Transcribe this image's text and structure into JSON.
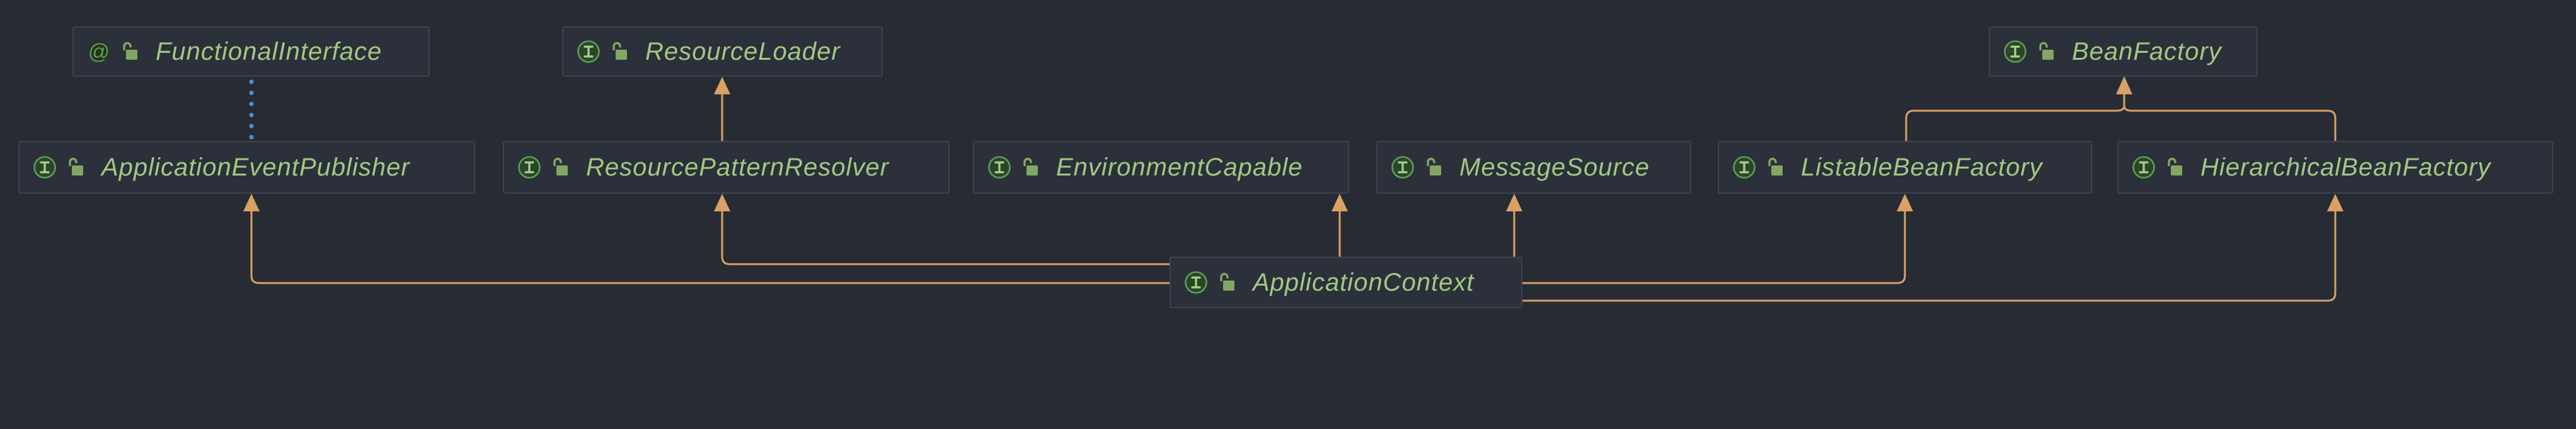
{
  "diagram": {
    "kind": "uml-class-diagram",
    "colors": {
      "background": "#272b33",
      "node_fill": "#2b303a",
      "node_border": "#3c434f",
      "label_green": "#a3c882",
      "icon_green": "#5c9e58",
      "icon_fill_dark": "#2c4527",
      "lock_green": "#82a765",
      "edge_orange": "#d9a163",
      "annotation_dot_blue": "#4a8fd3"
    }
  },
  "nodes": [
    {
      "id": "functional-interface",
      "label": "FunctionalInterface",
      "kind": "annotation",
      "modifier": "unlocked"
    },
    {
      "id": "resource-loader",
      "label": "ResourceLoader",
      "kind": "interface",
      "modifier": "unlocked"
    },
    {
      "id": "bean-factory",
      "label": "BeanFactory",
      "kind": "interface",
      "modifier": "unlocked"
    },
    {
      "id": "application-event-publisher",
      "label": "ApplicationEventPublisher",
      "kind": "interface",
      "modifier": "unlocked"
    },
    {
      "id": "resource-pattern-resolver",
      "label": "ResourcePatternResolver",
      "kind": "interface",
      "modifier": "unlocked"
    },
    {
      "id": "environment-capable",
      "label": "EnvironmentCapable",
      "kind": "interface",
      "modifier": "unlocked"
    },
    {
      "id": "message-source",
      "label": "MessageSource",
      "kind": "interface",
      "modifier": "unlocked"
    },
    {
      "id": "listable-bean-factory",
      "label": "ListableBeanFactory",
      "kind": "interface",
      "modifier": "unlocked"
    },
    {
      "id": "hierarchical-bean-factory",
      "label": "HierarchicalBeanFactory",
      "kind": "interface",
      "modifier": "unlocked"
    },
    {
      "id": "application-context",
      "label": "ApplicationContext",
      "kind": "interface",
      "modifier": "unlocked"
    }
  ],
  "edges": [
    {
      "from": "ResourcePatternResolver",
      "to": "ResourceLoader",
      "type": "extends",
      "style": "solid"
    },
    {
      "from": "ListableBeanFactory",
      "to": "BeanFactory",
      "type": "extends",
      "style": "solid"
    },
    {
      "from": "HierarchicalBeanFactory",
      "to": "BeanFactory",
      "type": "extends",
      "style": "solid"
    },
    {
      "from": "ApplicationContext",
      "to": "ApplicationEventPublisher",
      "type": "extends",
      "style": "solid"
    },
    {
      "from": "ApplicationContext",
      "to": "ResourcePatternResolver",
      "type": "extends",
      "style": "solid"
    },
    {
      "from": "ApplicationContext",
      "to": "EnvironmentCapable",
      "type": "extends",
      "style": "solid"
    },
    {
      "from": "ApplicationContext",
      "to": "MessageSource",
      "type": "extends",
      "style": "solid"
    },
    {
      "from": "ApplicationContext",
      "to": "ListableBeanFactory",
      "type": "extends",
      "style": "solid"
    },
    {
      "from": "ApplicationContext",
      "to": "HierarchicalBeanFactory",
      "type": "extends",
      "style": "solid"
    },
    {
      "from": "FunctionalInterface",
      "to": "ApplicationEventPublisher",
      "type": "annotates",
      "style": "dotted"
    }
  ]
}
